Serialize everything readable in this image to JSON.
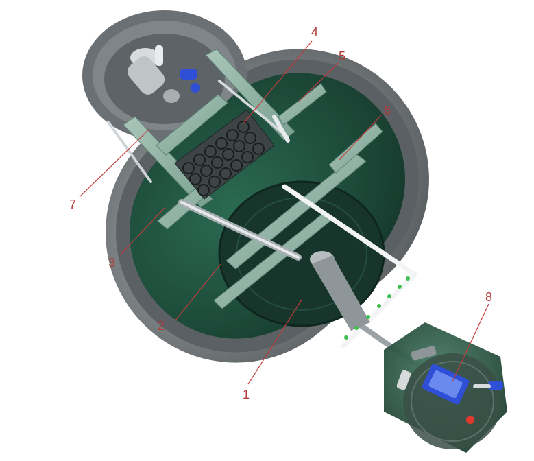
{
  "diagram": {
    "callouts": [
      {
        "id": "1",
        "label": "1"
      },
      {
        "id": "2",
        "label": "2"
      },
      {
        "id": "3",
        "label": "3"
      },
      {
        "id": "4",
        "label": "4"
      },
      {
        "id": "5",
        "label": "5"
      },
      {
        "id": "6",
        "label": "6"
      },
      {
        "id": "7",
        "label": "7"
      },
      {
        "id": "8",
        "label": "8"
      }
    ]
  },
  "colors": {
    "label": "#b23a3a",
    "leader_line": "#c23b3b",
    "tank_shell": "#6f7476",
    "tank_interior": "#1f4a3a",
    "partition": "#8fb3a3",
    "pipe": "#c9cfd2",
    "valve_blue": "#2e4fd6",
    "indicator_green": "#3fbf4f",
    "indicator_red": "#e03a2e"
  }
}
